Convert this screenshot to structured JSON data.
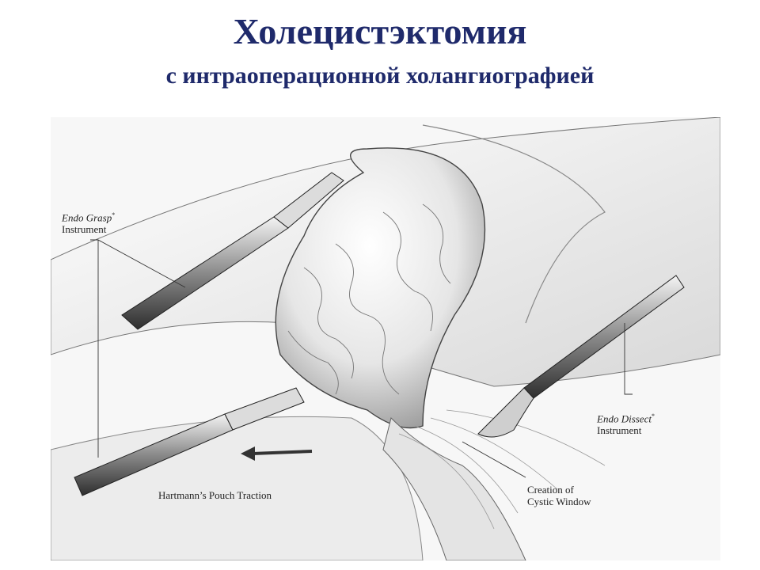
{
  "slide": {
    "title": "Холецистэктомия",
    "subtitle": "с интраоперационной холангиографией"
  },
  "illustration": {
    "labels": {
      "endo_grasp_name": "Endo Grasp",
      "endo_grasp_mark": "*",
      "endo_grasp_line2": "Instrument",
      "endo_dissect_name": "Endo Dissect",
      "endo_dissect_mark": "*",
      "endo_dissect_line2": "Instrument",
      "traction": "Hartmann’s Pouch Traction",
      "window_line1": "Creation of",
      "window_line2": "Cystic Window"
    },
    "icons": [
      "traction-arrow-icon"
    ]
  }
}
